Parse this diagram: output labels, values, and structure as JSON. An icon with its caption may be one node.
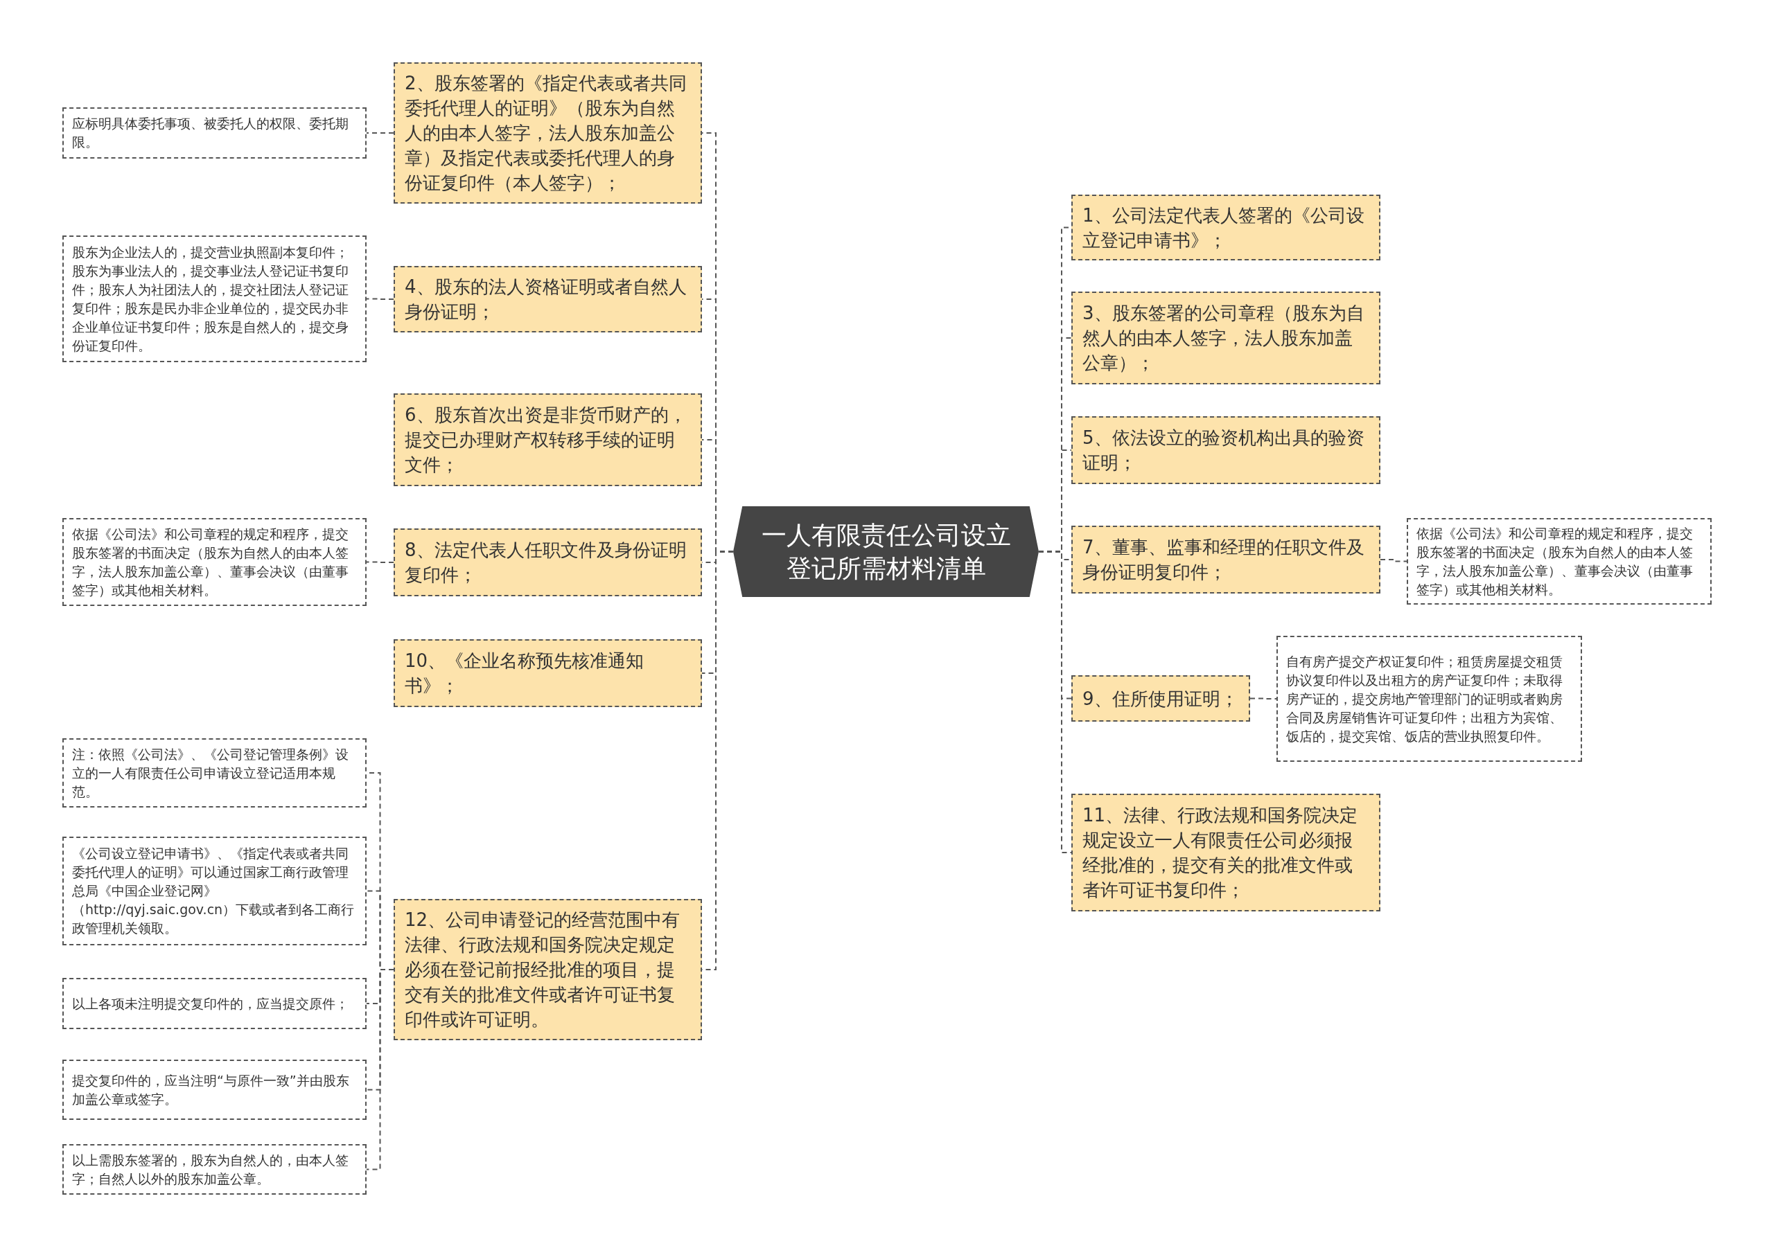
{
  "diagram": {
    "nodes": [
      {
        "text": [
          "一人有限责任公司设立登记所需材料清单"
        ]
      },
      {
        "text": [
          "2、股东签署的《指定代表或者共同委托代理人的证明》（股东为自然人的由本人签字，法人股东加盖公章）及指定代表或委托代理人的身份证复印件（本人签字）；"
        ]
      },
      {
        "text": [
          "应标明具体委托事项、被委托人的权限、委托期限。"
        ]
      },
      {
        "text": [
          "4、股东的法人资格证明或者自然人身份证明；"
        ]
      },
      {
        "text": [
          "股东为企业法人的，提交营业执照副本复印件；股东为事业法人的，提交事业法人登记证书复印件；股东人为社团法人的，提交社团法人登记证复印件；股东是民办非企业单位的，提交民办非企业单位证书复印件；股东是自然人的，提交身份证复印件。"
        ]
      },
      {
        "text": [
          "6、股东首次出资是非货币财产的，提交已办理财产权转移手续的证明文件；"
        ]
      },
      {
        "text": [
          "8、法定代表人任职文件及身份证明复印件；"
        ]
      },
      {
        "text": [
          "依据《公司法》和公司章程的规定和程序，提交股东签署的书面决定（股东为自然人的由本人签字，法人股东加盖公章）、董事会决议（由董事签字）或其他相关材料。"
        ]
      },
      {
        "text": [
          "10、《企业名称预先核准通知书》；"
        ]
      },
      {
        "text": [
          "12、公司申请登记的经营范围中有法律、行政法规和国务院决定规定必须在登记前报经批准的项目，提交有关的批准文件或者许可证书复印件或许可证明。"
        ]
      },
      {
        "text": [
          "注：依照《公司法》、《公司登记管理条例》设立的一人有限责任公司申请设立登记适用本规范。"
        ]
      },
      {
        "text": [
          "《公司设立登记申请书》、《指定代表或者共同委托代理人的证明》可以通过国家工商行政管理总局《中国企业登记网》（http://qyj.saic.gov.cn）下载或者到各工商行政管理机关领取。"
        ]
      },
      {
        "text": [
          "以上各项未注明提交复印件的，应当提交原件；"
        ]
      },
      {
        "text": [
          "提交复印件的，应当注明“与原件一致”并由股东加盖公章或签字。"
        ]
      },
      {
        "text": [
          "以上需股东签署的，股东为自然人的，由本人签字；自然人以外的股东加盖公章。"
        ]
      },
      {
        "text": [
          "1、公司法定代表人签署的《公司设立登记申请书》；"
        ]
      },
      {
        "text": [
          "3、股东签署的公司章程（股东为自然人的由本人签字，法人股东加盖公章）；"
        ]
      },
      {
        "text": [
          "5、依法设立的验资机构出具的验资证明；"
        ]
      },
      {
        "text": [
          "7、董事、监事和经理的任职文件及身份证明复印件；"
        ]
      },
      {
        "text": [
          "依据《公司法》和公司章程的规定和程序，提交股东签署的书面决定（股东为自然人的由本人签字，法人股东加盖公章）、董事会决议（由董事签字）或其他相关材料。"
        ]
      },
      {
        "text": [
          "9、住所使用证明；"
        ]
      },
      {
        "text": [
          "自有房产提交产权证复印件；租赁房屋提交租赁协议复印件以及出租方的房产证复印件；未取得房产证的，提交房地产管理部门的证明或者购房合同及房屋销售许可证复印件；出租方为宾馆、饭店的，提交宾馆、饭店的营业执照复印件。"
        ]
      },
      {
        "text": [
          "11、法律、行政法规和国务院决定规定设立一人有限责任公司必须报经批准的，提交有关的批准文件或者许可证书复印件；"
        ]
      }
    ],
    "edges": [
      {
        "from": 0,
        "to": 1,
        "arrow": "none"
      },
      {
        "from": 0,
        "to": 3,
        "arrow": "none"
      },
      {
        "from": 0,
        "to": 5,
        "arrow": "none"
      },
      {
        "from": 0,
        "to": 6,
        "arrow": "none"
      },
      {
        "from": 0,
        "to": 8,
        "arrow": "none"
      },
      {
        "from": 0,
        "to": 9,
        "arrow": "none"
      },
      {
        "from": 1,
        "to": 2,
        "arrow": "none"
      },
      {
        "from": 3,
        "to": 4,
        "arrow": "none"
      },
      {
        "from": 6,
        "to": 7,
        "arrow": "none"
      },
      {
        "from": 9,
        "to": 10,
        "arrow": "none"
      },
      {
        "from": 9,
        "to": 11,
        "arrow": "none"
      },
      {
        "from": 9,
        "to": 12,
        "arrow": "none"
      },
      {
        "from": 9,
        "to": 13,
        "arrow": "none"
      },
      {
        "from": 9,
        "to": 14,
        "arrow": "none"
      },
      {
        "from": 0,
        "to": 15,
        "arrow": "none"
      },
      {
        "from": 0,
        "to": 16,
        "arrow": "none"
      },
      {
        "from": 0,
        "to": 17,
        "arrow": "none"
      },
      {
        "from": 0,
        "to": 18,
        "arrow": "none"
      },
      {
        "from": 0,
        "to": 20,
        "arrow": "none"
      },
      {
        "from": 0,
        "to": 22,
        "arrow": "none"
      },
      {
        "from": 18,
        "to": 19,
        "arrow": "none"
      },
      {
        "from": 20,
        "to": 21,
        "arrow": "none"
      }
    ]
  }
}
